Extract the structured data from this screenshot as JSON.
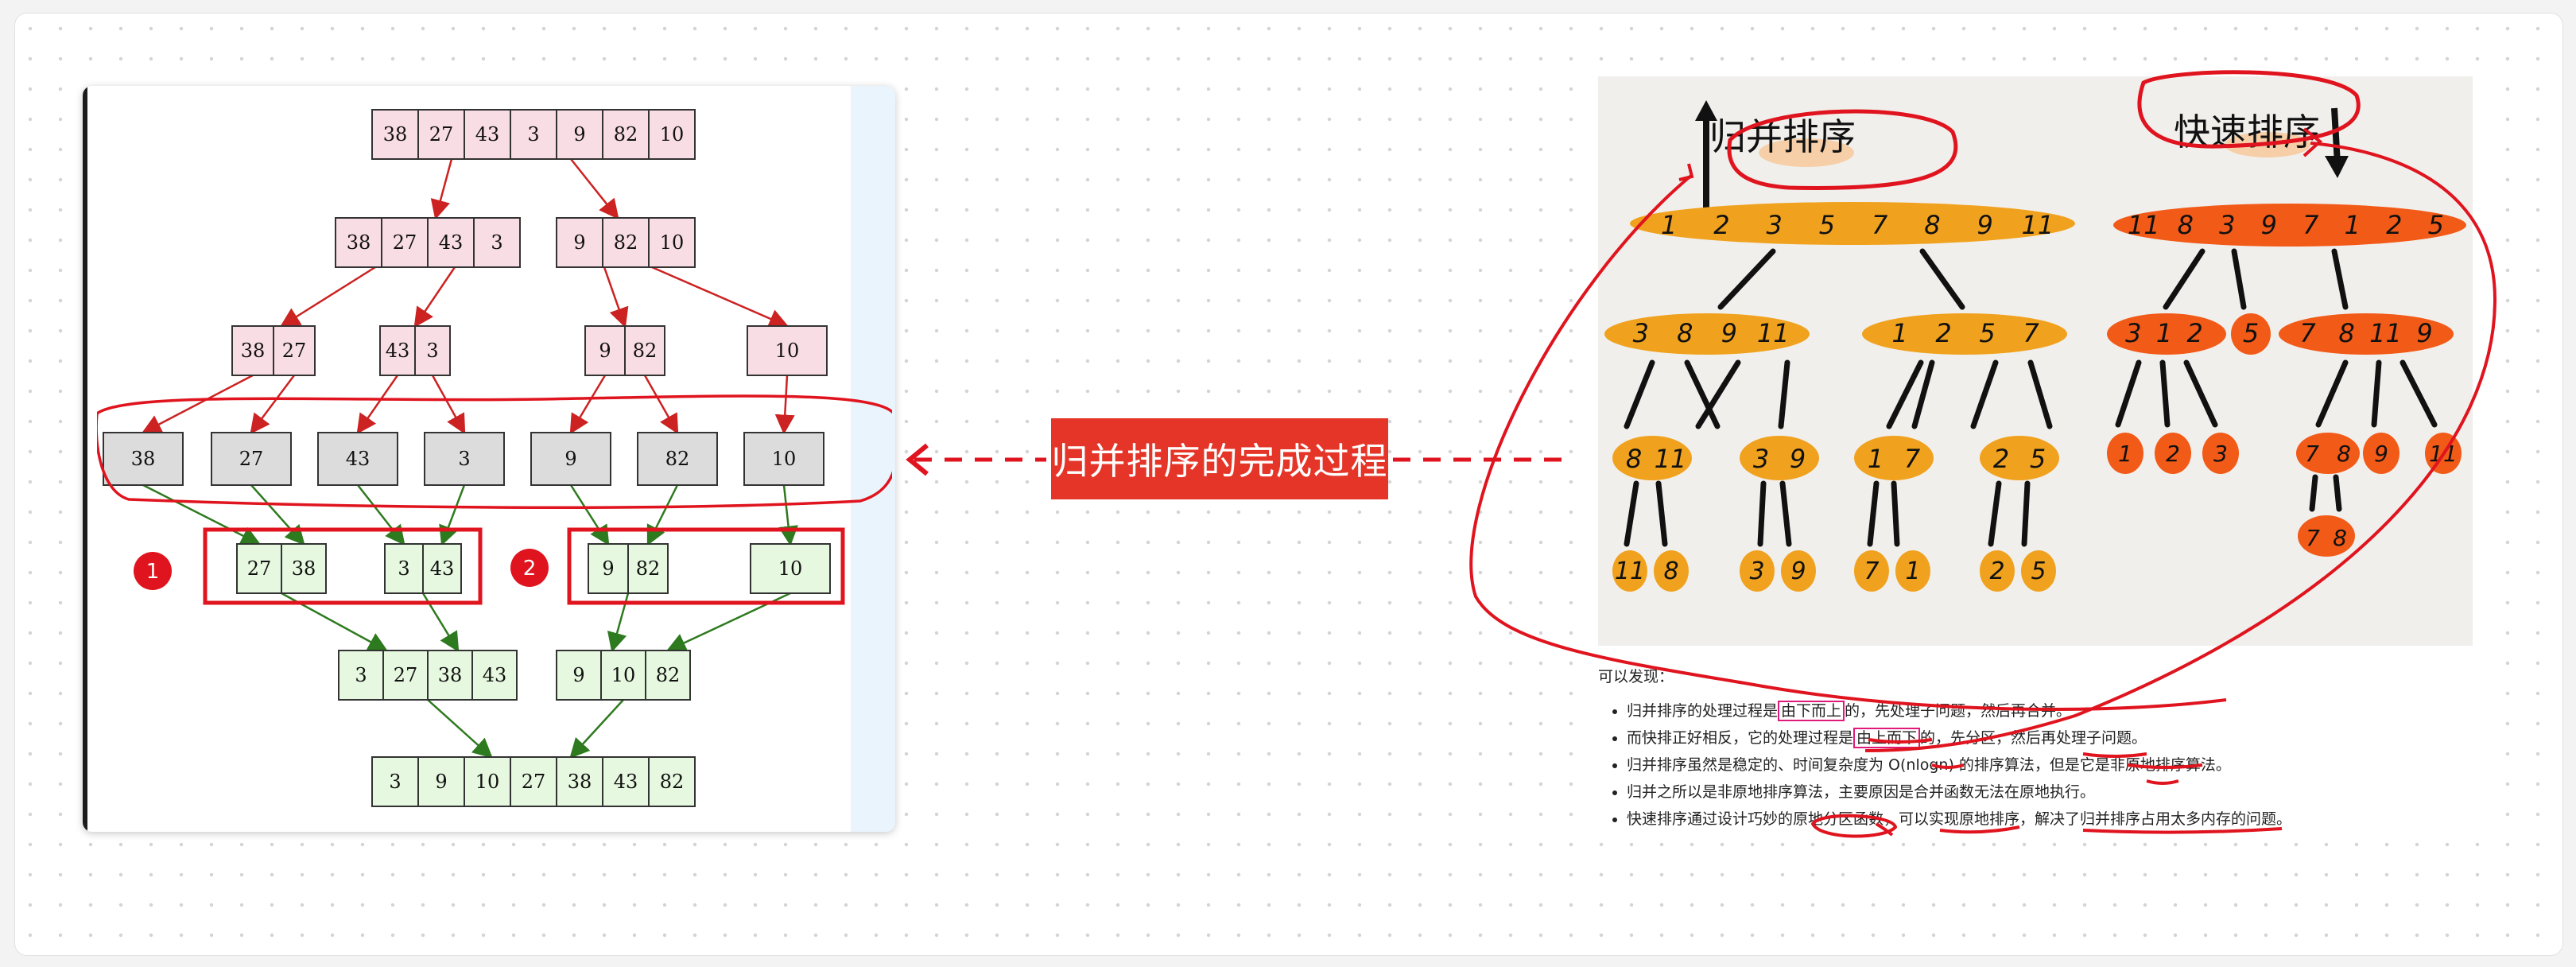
{
  "merge_diagram": {
    "level1": [
      "38",
      "27",
      "43",
      "3",
      "9",
      "82",
      "10"
    ],
    "level2_left": [
      "38",
      "27",
      "43",
      "3"
    ],
    "level2_right": [
      "9",
      "82",
      "10"
    ],
    "level3": [
      [
        "38",
        "27"
      ],
      [
        "43",
        "3"
      ],
      [
        "9",
        "82"
      ],
      [
        "10"
      ]
    ],
    "level4": [
      "38",
      "27",
      "43",
      "3",
      "9",
      "82",
      "10"
    ],
    "level5": [
      [
        "27",
        "38"
      ],
      [
        "3",
        "43"
      ],
      [
        "9",
        "82"
      ],
      [
        "10"
      ]
    ],
    "level6": [
      [
        "3",
        "27",
        "38",
        "43"
      ],
      [
        "9",
        "10",
        "82"
      ]
    ],
    "level7": [
      "3",
      "9",
      "10",
      "27",
      "38",
      "43",
      "82"
    ],
    "badges": [
      "1",
      "2"
    ],
    "colors": {
      "split": "#f9dde4",
      "unit": "#dcdcdc",
      "merged": "#e6f8df",
      "split_arrow": "#cc2222",
      "merge_arrow": "#2e7a1f"
    }
  },
  "callout": {
    "label": "归并排序的完成过程",
    "color": "#e53528"
  },
  "sketch": {
    "merge_title": "归并排序",
    "quick_title": "快速排序",
    "merge_top": [
      "1",
      "2",
      "3",
      "5",
      "7",
      "8",
      "9",
      "11"
    ],
    "merge_mid": [
      [
        "3",
        "8",
        "9",
        "11"
      ],
      [
        "1",
        "2",
        "5",
        "7"
      ]
    ],
    "merge_low": [
      [
        "8",
        "11"
      ],
      [
        "3",
        "9"
      ],
      [
        "1",
        "7"
      ],
      [
        "2",
        "5"
      ]
    ],
    "merge_leaf": [
      [
        "11",
        "8"
      ],
      [
        "3",
        "9"
      ],
      [
        "7",
        "1"
      ],
      [
        "2",
        "5"
      ]
    ],
    "quick_top": [
      "11",
      "8",
      "3",
      "9",
      "7",
      "1",
      "2",
      "5"
    ],
    "quick_mid": [
      [
        "3",
        "1",
        "2"
      ],
      [
        "5"
      ],
      [
        "7",
        "8",
        "11",
        "9"
      ]
    ],
    "quick_low": [
      [
        "1"
      ],
      [
        "2"
      ],
      [
        "3"
      ],
      [
        "7",
        "8"
      ],
      [
        "9"
      ],
      [
        "11"
      ]
    ],
    "quick_leaf": [
      "7",
      "8"
    ]
  },
  "findings": {
    "intro": "可以发现：",
    "items": [
      {
        "pre": "归并排序的处理过程是",
        "hl": "由下而上",
        "post": "的，先处理子问题，然后再合并。"
      },
      {
        "pre": "而快排正好相反，它的处理过程是",
        "hl": "由上而下",
        "post": "的，先分区，然后再处理子问题。"
      },
      {
        "pre": "",
        "hl": "",
        "post": "归并排序虽然是稳定的、时间复杂度为 O(nlogn) 的排序算法，但是它是非原地排序算法。"
      },
      {
        "pre": "",
        "hl": "",
        "post": "归并之所以是非原地排序算法，主要原因是合并函数无法在原地执行。"
      },
      {
        "pre": "",
        "hl": "",
        "post": "快速排序通过设计巧妙的原地分区函数，可以实现原地排序，解决了归并排序占用太多内存的问题。"
      }
    ]
  }
}
